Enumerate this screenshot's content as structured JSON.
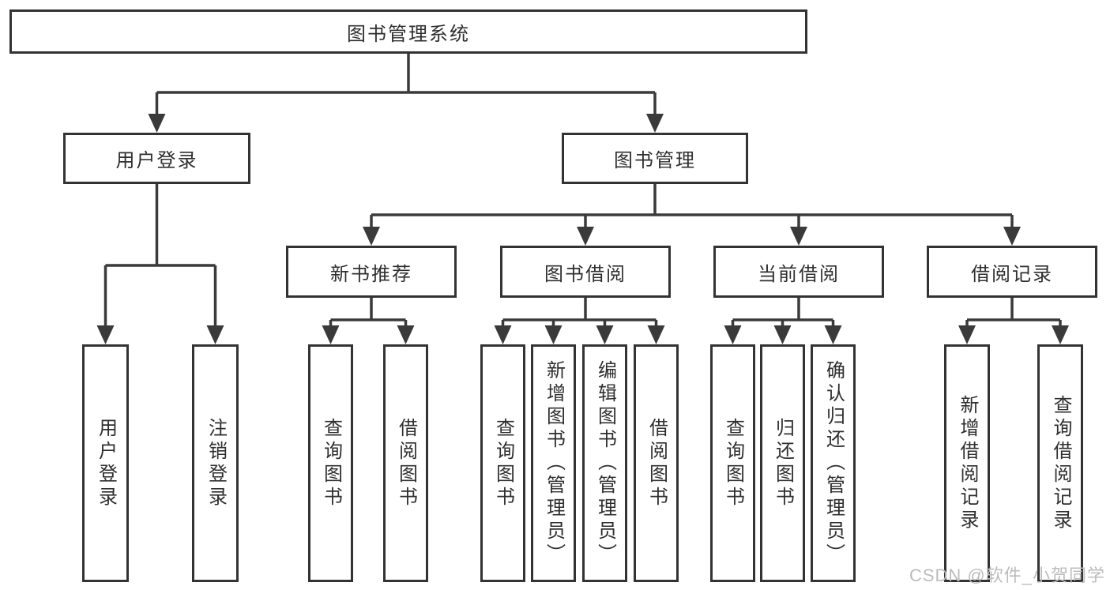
{
  "diagram": {
    "root": {
      "label": "图书管理系统"
    },
    "level2": [
      {
        "id": "user-login",
        "label": "用户登录"
      },
      {
        "id": "book-management",
        "label": "图书管理"
      }
    ],
    "level3": [
      {
        "id": "new-book-recommend",
        "label": "新书推荐",
        "parent": "图书管理"
      },
      {
        "id": "book-borrow",
        "label": "图书借阅",
        "parent": "图书管理"
      },
      {
        "id": "current-borrow",
        "label": "当前借阅",
        "parent": "图书管理"
      },
      {
        "id": "borrow-records",
        "label": "借阅记录",
        "parent": "图书管理"
      }
    ],
    "leaves": [
      {
        "parent": "用户登录",
        "label": "用户登录"
      },
      {
        "parent": "用户登录",
        "label": "注销登录"
      },
      {
        "parent": "新书推荐",
        "label": "查询图书"
      },
      {
        "parent": "新书推荐",
        "label": "借阅图书"
      },
      {
        "parent": "图书借阅",
        "label": "查询图书"
      },
      {
        "parent": "图书借阅",
        "label": "新增图书（管理员）"
      },
      {
        "parent": "图书借阅",
        "label": "编辑图书（管理员）"
      },
      {
        "parent": "图书借阅",
        "label": "借阅图书"
      },
      {
        "parent": "当前借阅",
        "label": "查询图书"
      },
      {
        "parent": "当前借阅",
        "label": "归还图书"
      },
      {
        "parent": "当前借阅",
        "label": "确认归还（管理员）"
      },
      {
        "parent": "借阅记录",
        "label": "新增借阅记录"
      },
      {
        "parent": "借阅记录",
        "label": "查询借阅记录"
      }
    ],
    "watermark": "CSDN @软件_小贺同学",
    "colors": {
      "line": "#3a3a3a",
      "box_border": "#333333",
      "text": "#2f2f2f",
      "background": "#ffffff",
      "watermark": "#bcbcbe"
    }
  }
}
